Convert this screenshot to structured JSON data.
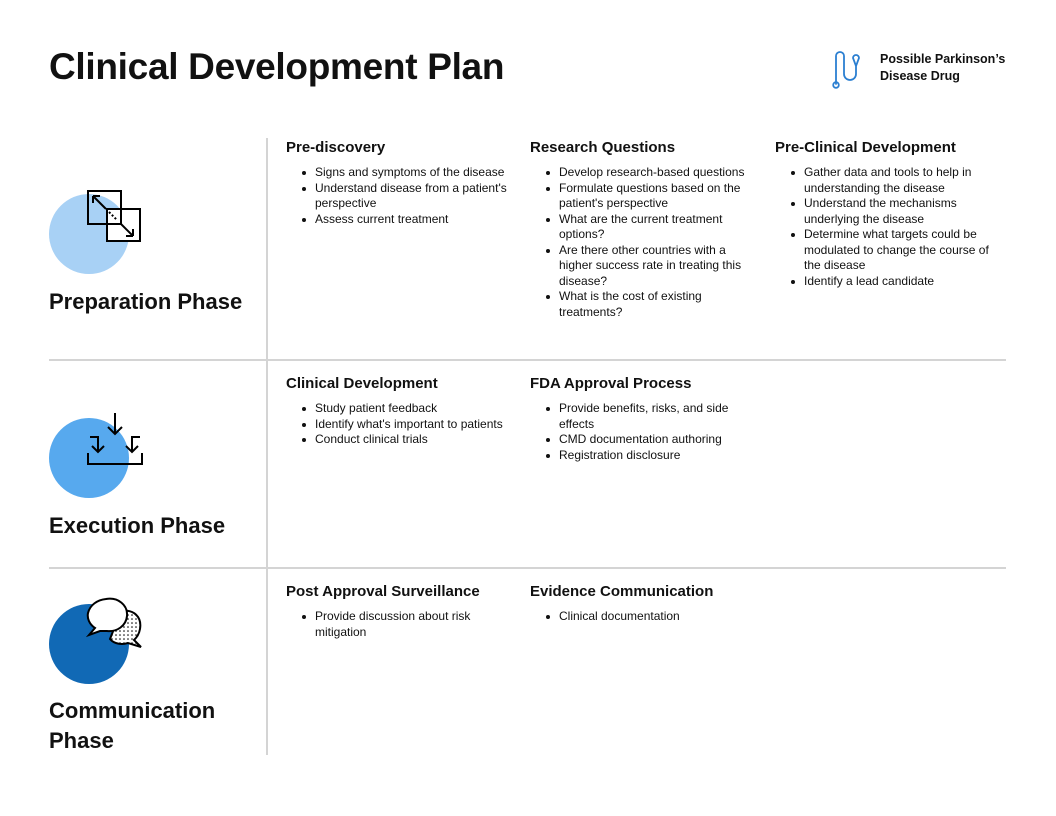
{
  "header": {
    "title": "Clinical Development Plan",
    "brand": "Possible Parkinson’s Disease Drug",
    "brand_line1": "Possible Parkinson’s",
    "brand_line2": "Disease Drug"
  },
  "colors": {
    "preparation": "#a8d1f5",
    "execution": "#57a9ee",
    "communication": "#1169b5",
    "accent": "#2b7fd1"
  },
  "phases": [
    {
      "title": "Preparation Phase",
      "icon": "expand-arrows-icon",
      "sections": [
        {
          "heading": "Pre-discovery",
          "items": [
            "Signs and symptoms of the disease",
            "Understand disease from a patient's perspective",
            "Assess current treatment"
          ]
        },
        {
          "heading": "Research Questions",
          "items": [
            "Develop research-based questions",
            "Formulate questions based on the patient's perspective",
            "What are the current treatment options?",
            "Are there other countries with a higher success rate in treating this disease?",
            "What is the cost of existing treatments?"
          ]
        },
        {
          "heading": "Pre-Clinical Development",
          "items": [
            "Gather data and tools to help in understanding the disease",
            "Understand the mechanisms underlying the disease",
            "Determine what targets could be modulated to change the course of the disease",
            "Identify a lead candidate"
          ]
        }
      ]
    },
    {
      "title": "Execution Phase",
      "icon": "merge-arrows-icon",
      "sections": [
        {
          "heading": "Clinical Development",
          "items": [
            "Study patient feedback",
            "Identify what's important to patients",
            "Conduct clinical trials"
          ]
        },
        {
          "heading": "FDA Approval Process",
          "items": [
            "Provide benefits, risks, and side effects",
            "CMD documentation authoring",
            "Registration disclosure"
          ]
        }
      ]
    },
    {
      "title": "Communication Phase",
      "icon": "chat-bubbles-icon",
      "sections": [
        {
          "heading": "Post Approval Surveillance",
          "items": [
            "Provide discussion about risk mitigation"
          ]
        },
        {
          "heading": "Evidence Communication",
          "items": [
            "Clinical documentation"
          ]
        }
      ]
    }
  ]
}
